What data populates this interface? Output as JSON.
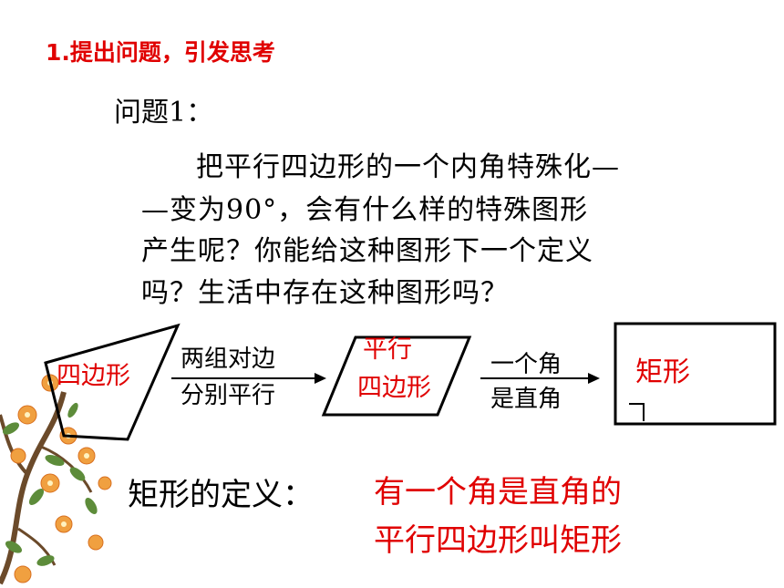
{
  "heading": "1.提出问题，引发思考",
  "question": {
    "label": "问题1：",
    "lines": [
      "把平行四边形的一个内角特殊化—",
      "—变为90°，会有什么样的特殊图形",
      "产生呢？你能给这种图形下一个定义",
      "吗？生活中存在这种图形吗？"
    ]
  },
  "diagram": {
    "quadrilateral": "四边形",
    "arrow1": [
      "两组对边",
      "分别平行"
    ],
    "parallelogram": [
      "平行",
      "四边形"
    ],
    "arrow2": [
      "一个角",
      "是直角"
    ],
    "rectangle": "矩形"
  },
  "definition": {
    "label": "矩形的定义：",
    "lines": [
      "有一个角是直角的",
      "平行四边形叫矩形"
    ]
  },
  "colors": {
    "accent": "#e00000"
  },
  "decoration": "flowering-branch"
}
